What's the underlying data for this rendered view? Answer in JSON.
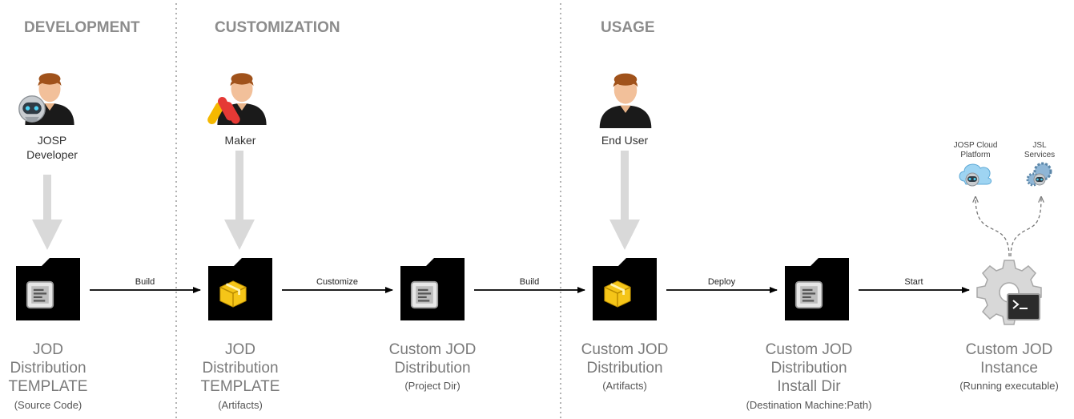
{
  "sections": {
    "development": "DEVELOPMENT",
    "customization": "CUSTOMIZATION",
    "usage": "USAGE"
  },
  "actors": {
    "josp_developer": {
      "line1": "JOSP",
      "line2": "Developer"
    },
    "maker": {
      "label": "Maker"
    },
    "end_user": {
      "label": "End User"
    }
  },
  "nodes": [
    {
      "title": [
        "JOD",
        "Distribution",
        "TEMPLATE"
      ],
      "sub": "(Source Code)",
      "icon": "document-folder-icon"
    },
    {
      "title": [
        "JOD",
        "Distribution",
        "TEMPLATE"
      ],
      "sub": "(Artifacts)",
      "icon": "package-folder-icon"
    },
    {
      "title": [
        "Custom JOD",
        "Distribution"
      ],
      "sub": "(Project Dir)",
      "icon": "document-folder-icon"
    },
    {
      "title": [
        "Custom JOD",
        "Distribution"
      ],
      "sub": "(Artifacts)",
      "icon": "package-folder-icon"
    },
    {
      "title": [
        "Custom JOD",
        "Distribution",
        "Install Dir"
      ],
      "sub": "(Destination Machine:Path)",
      "icon": "document-folder-icon"
    },
    {
      "title": [
        "Custom JOD",
        "Instance"
      ],
      "sub": "(Running executable)",
      "icon": "gear-terminal-icon"
    }
  ],
  "edges": [
    "Build",
    "Customize",
    "Build",
    "Deploy",
    "Start"
  ],
  "services": {
    "cloud": {
      "line1": "JOSP Cloud",
      "line2": "Platform"
    },
    "jsl": {
      "line1": "JSL",
      "line2": "Services"
    }
  },
  "colors": {
    "section_text": "#8c8c8c",
    "folder": "#000000",
    "package": "#f5c518",
    "down_arrow": "#d9d9d9",
    "node_title": "#7a7a7a"
  }
}
